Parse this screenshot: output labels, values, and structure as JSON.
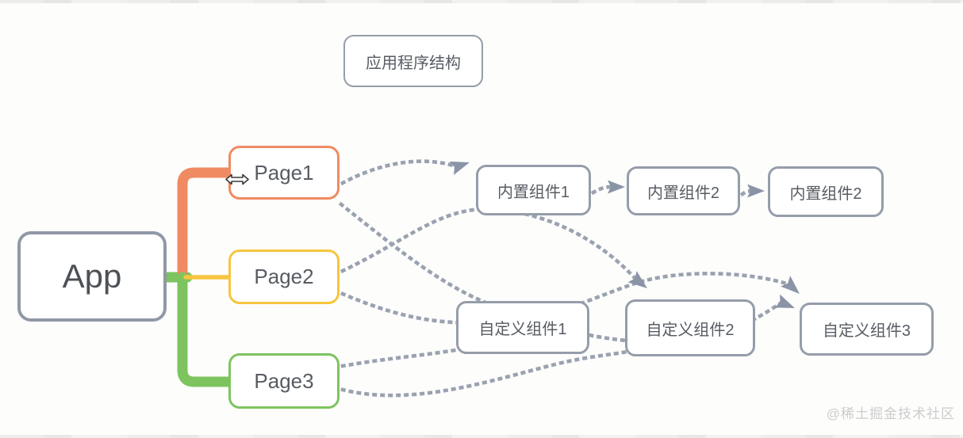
{
  "diagram": {
    "title": "应用程序结构",
    "root": {
      "label": "App"
    },
    "pages": [
      {
        "label": "Page1",
        "color": "#f08a62"
      },
      {
        "label": "Page2",
        "color": "#f7c53e"
      },
      {
        "label": "Page3",
        "color": "#7dc45f"
      }
    ],
    "builtin_components": [
      {
        "label": "内置组件1"
      },
      {
        "label": "内置组件2"
      },
      {
        "label": "内置组件2"
      }
    ],
    "custom_components": [
      {
        "label": "自定义组件1"
      },
      {
        "label": "自定义组件2"
      },
      {
        "label": "自定义组件3"
      }
    ],
    "edges": [
      "Page1 → 内置组件1",
      "内置组件1 → 内置组件2",
      "内置组件2 → 内置组件2",
      "Page1 → 自定义组件3",
      "Page2 → 自定义组件2",
      "Page2 → 自定义组件3",
      "Page3 → 自定义组件1",
      "Page3 → 自定义组件2"
    ],
    "cursor": "horizontal-resize",
    "watermark": "@稀土掘金技术社区"
  },
  "colors": {
    "node_border_gray": "#959daa",
    "dotted_edge_gray": "#9aa2b0",
    "arrowhead_gray": "#8b94a7",
    "branch_orange": "#f08a62",
    "branch_yellow": "#f7c53e",
    "branch_green": "#7dc45f"
  }
}
